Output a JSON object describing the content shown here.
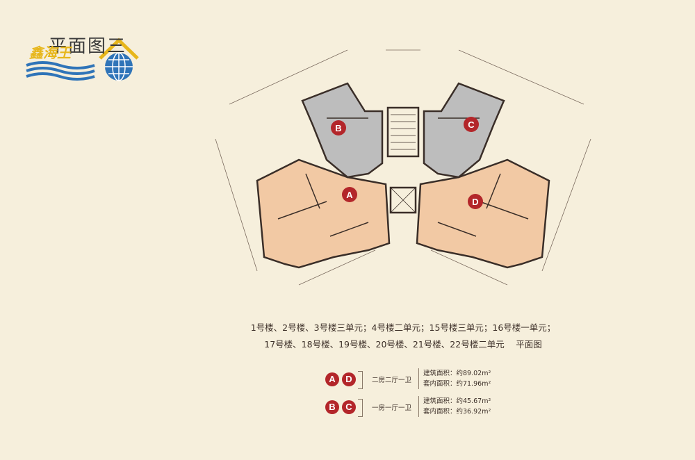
{
  "header": {
    "title": "平面图三",
    "logo_text": "鑫海王"
  },
  "plan": {
    "unit_labels": [
      "A",
      "B",
      "C",
      "D"
    ]
  },
  "caption": {
    "line1": "1号楼、2号楼、3号楼三单元；4号楼二单元；15号楼三单元；16号楼一单元；",
    "line2": "17号楼、18号楼、19号楼、20号楼、21号楼、22号楼二单元　 平面图"
  },
  "legend": [
    {
      "units": [
        "A",
        "D"
      ],
      "room_type": "二房二厅一卫",
      "build_area": "建筑面积：约89.02m²",
      "inner_area": "套内面积：约71.96m²"
    },
    {
      "units": [
        "B",
        "C"
      ],
      "room_type": "一房一厅一卫",
      "build_area": "建筑面积：约45.67m²",
      "inner_area": "套内面积：约36.92m²"
    }
  ],
  "colors": {
    "background": "#f6efdc",
    "unit_orange": "#f2c9a4",
    "unit_gray": "#bdbdbd",
    "badge_red": "#b3262a",
    "logo_blue": "#2f74b8",
    "logo_gold": "#e7b61a"
  }
}
